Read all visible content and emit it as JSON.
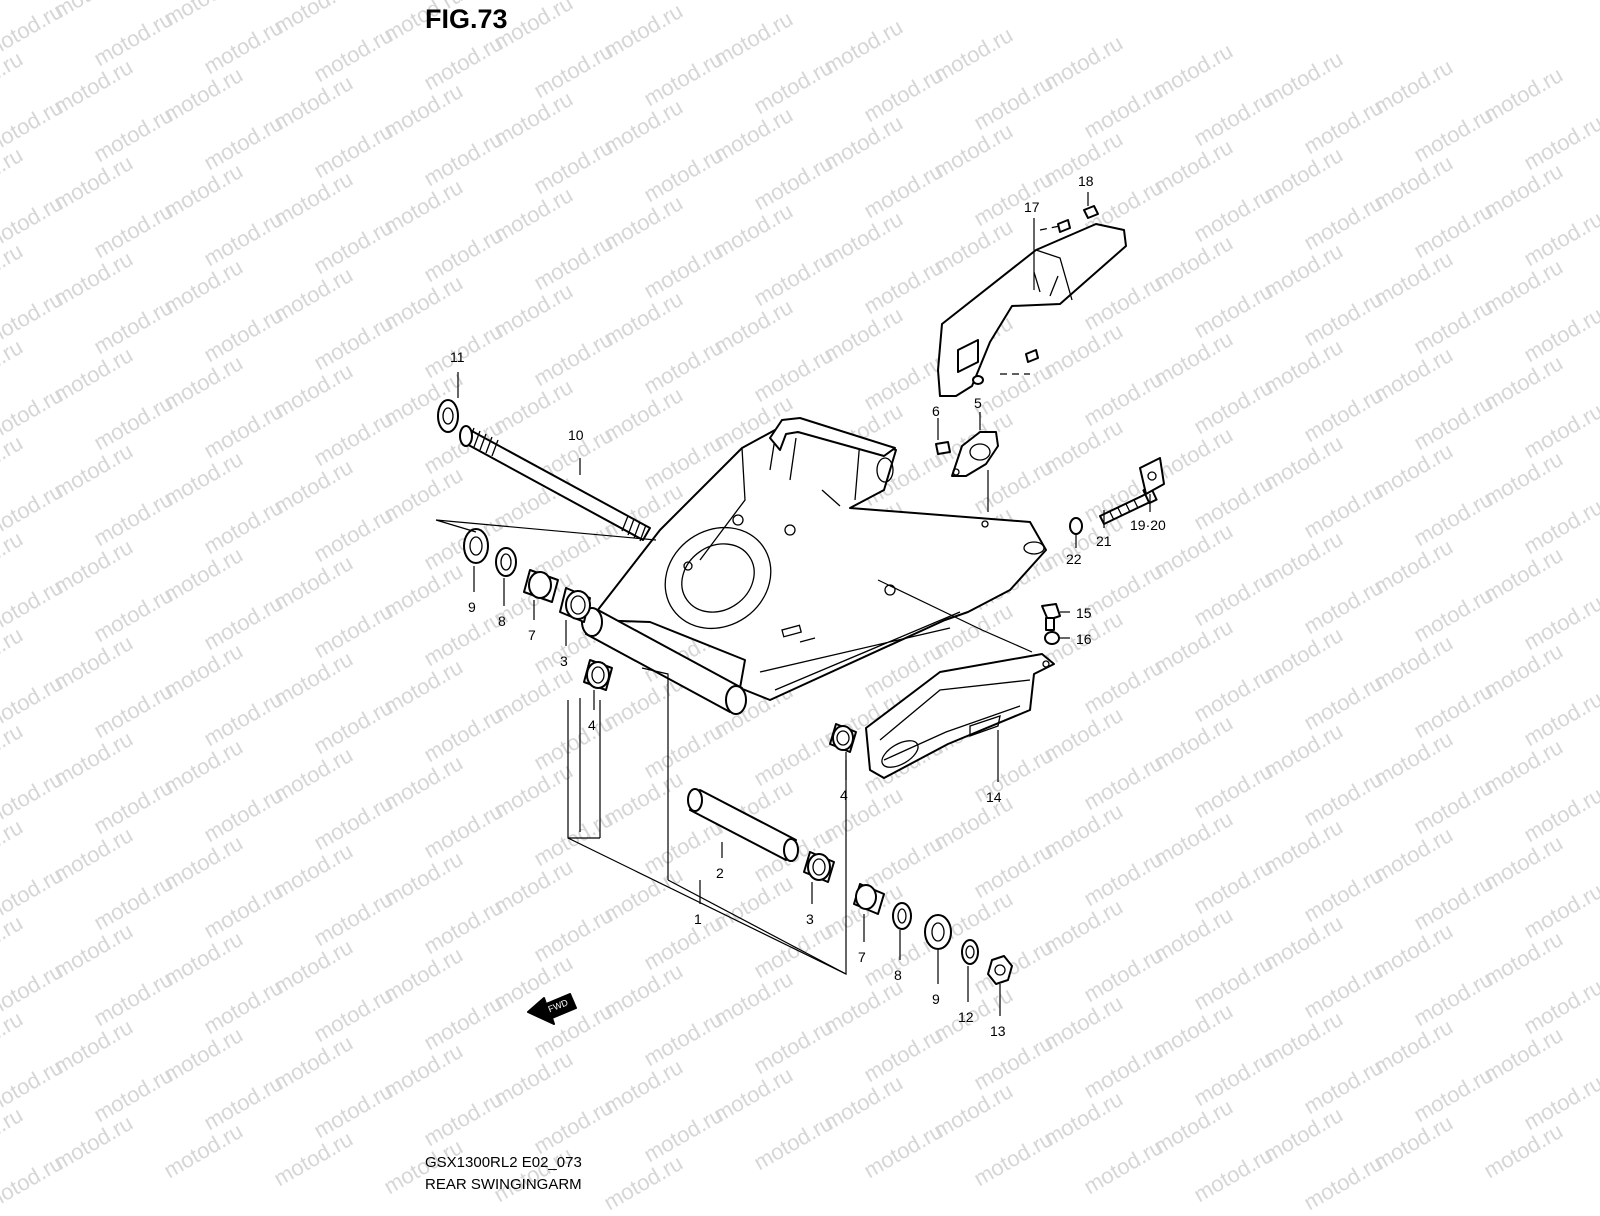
{
  "figure": {
    "title": "FIG.73",
    "model_code": "GSX1300RL2 E02_073",
    "section_name": "REAR SWINGINGARM",
    "fwd_label": "FWD",
    "watermark": "motod.ru"
  },
  "callouts": {
    "c1": "1",
    "c2": "2",
    "c3a": "3",
    "c3b": "3",
    "c4a": "4",
    "c4b": "4",
    "c5": "5",
    "c6": "6",
    "c7a": "7",
    "c7b": "7",
    "c8a": "8",
    "c8b": "8",
    "c9a": "9",
    "c9b": "9",
    "c10": "10",
    "c11": "11",
    "c12": "12",
    "c13": "13",
    "c14": "14",
    "c15": "15",
    "c16": "16",
    "c17": "17",
    "c18": "18",
    "c1920": "19·20",
    "c21": "21",
    "c22": "22"
  },
  "colors": {
    "line": "#000000",
    "background": "#ffffff",
    "watermark": "#d6d6d6"
  }
}
